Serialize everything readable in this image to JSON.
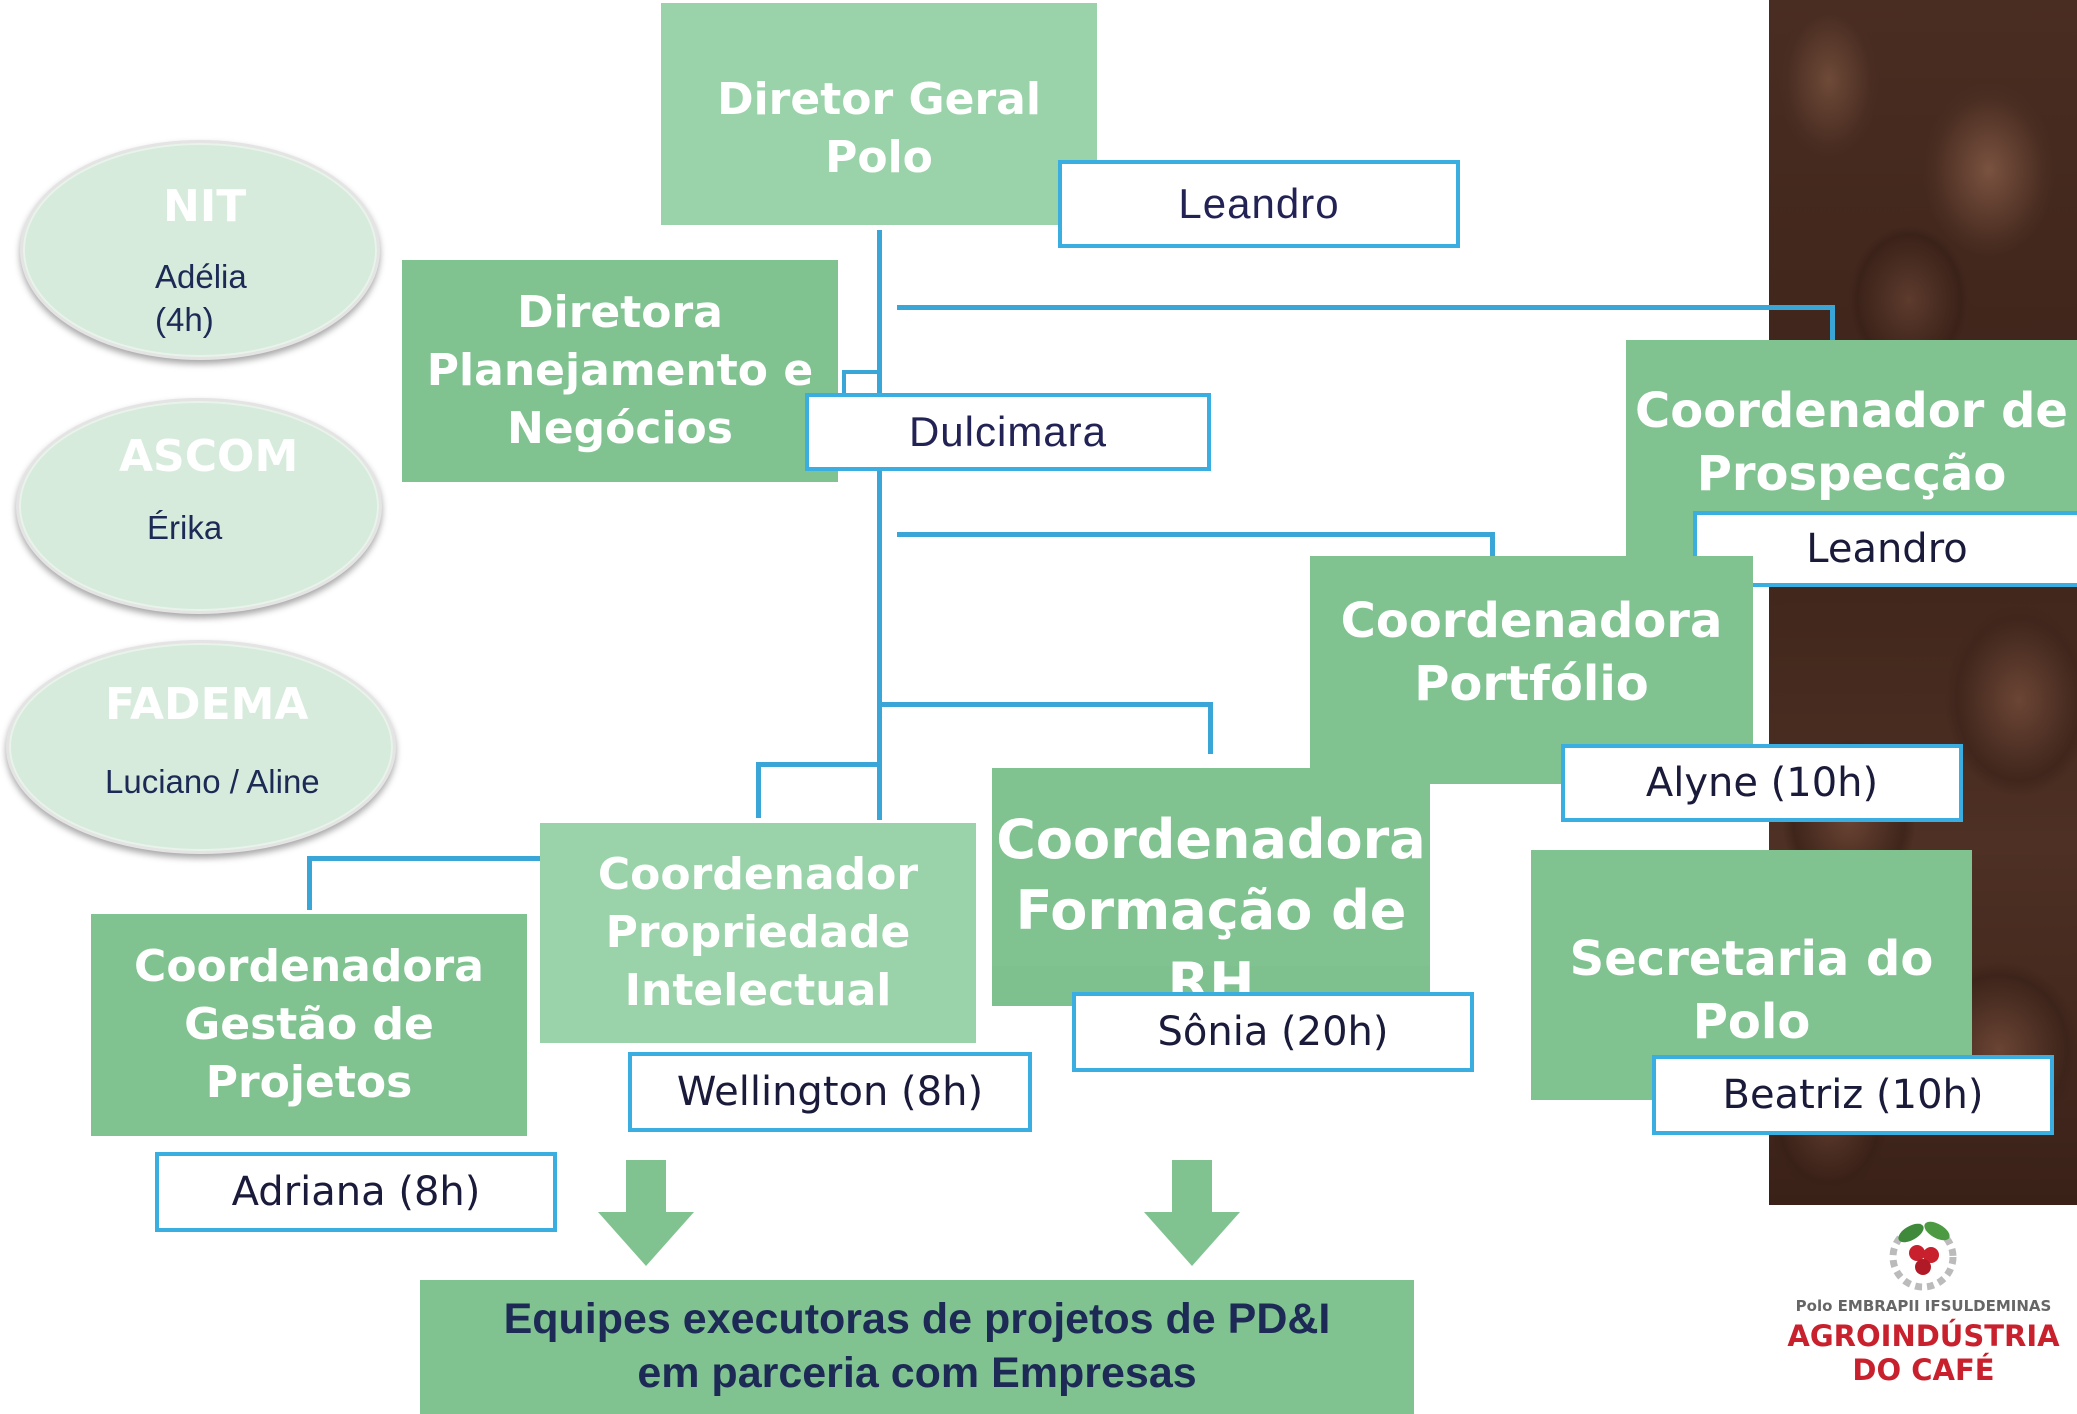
{
  "top_box": {
    "title": "Diretor Geral Polo",
    "name": "Leandro"
  },
  "planning_box": {
    "lines": [
      "Diretora",
      "Planejamento e",
      "Negócios"
    ],
    "name": "Dulcimara"
  },
  "prospection_box": {
    "lines": [
      "Coordenador de",
      "Prospecção"
    ],
    "name": "Leandro"
  },
  "portfolio_box": {
    "lines": [
      "Coordenadora",
      "Portfólio"
    ],
    "name": "Alyne (10h)"
  },
  "hr_box": {
    "lines": [
      "Coordenadora",
      "Formação de RH"
    ],
    "name": "Sônia (20h)"
  },
  "secretary_box": {
    "lines": [
      "Secretaria do",
      "Polo"
    ],
    "name": "Beatriz (10h)"
  },
  "ip_box": {
    "lines": [
      "Coordenador",
      "Propriedade",
      "Intelectual"
    ],
    "name": "Wellington (8h)"
  },
  "projects_box": {
    "lines": [
      "Coordenadora",
      "Gestão de Projetos"
    ],
    "name": "Adriana (8h)"
  },
  "teams_box": {
    "lines": [
      "Equipes executoras de projetos de PD&I",
      "em parceria com Empresas"
    ]
  },
  "side_units": [
    {
      "title": "NIT",
      "lines": [
        "Adélia",
        "(4h)"
      ]
    },
    {
      "title": "ASCOM",
      "lines": [
        "Érika"
      ]
    },
    {
      "title": "FADEMA",
      "lines": [
        "Luciano / Aline"
      ]
    }
  ],
  "logo": {
    "line1": "Polo EMBRAPII IFSULDEMINAS",
    "line2": "AGROINDÚSTRIA",
    "line3": "DO CAFÉ"
  },
  "colors": {
    "box_green": "#80c391",
    "box_green_light": "#9ad3a9",
    "line_blue": "#3aa6d8",
    "logo_red": "#c8202c"
  }
}
